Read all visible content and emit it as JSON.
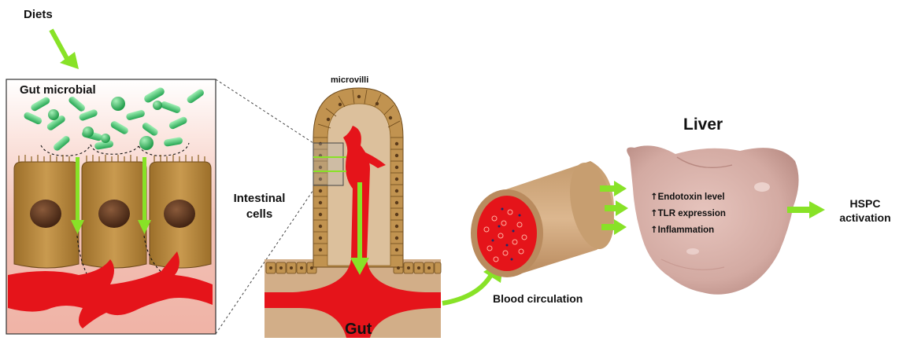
{
  "labels": {
    "diets": "Diets",
    "gut_microbial": "Gut microbial",
    "microvilli": "microvilli",
    "intestinal_line1": "Intestinal",
    "intestinal_line2": "cells",
    "gut": "Gut",
    "blood_circulation": "Blood circulation",
    "liver": "Liver",
    "hspc_line1": "HSPC",
    "hspc_line2": "activation"
  },
  "liver_effects": [
    {
      "arrow": "↑",
      "text": "Endotoxin level"
    },
    {
      "arrow": "↑",
      "text": "TLR expression"
    },
    {
      "arrow": "↑",
      "text": "Inflammation"
    }
  ],
  "colors": {
    "arrow_green": "#88e227",
    "bacteria_green": "#3fbf6a",
    "blood_red": "#e5141a",
    "cell_tan": "#b88b3e",
    "tissue_beige": "#d2ae88",
    "liver_pink": "#d8b2ab"
  }
}
